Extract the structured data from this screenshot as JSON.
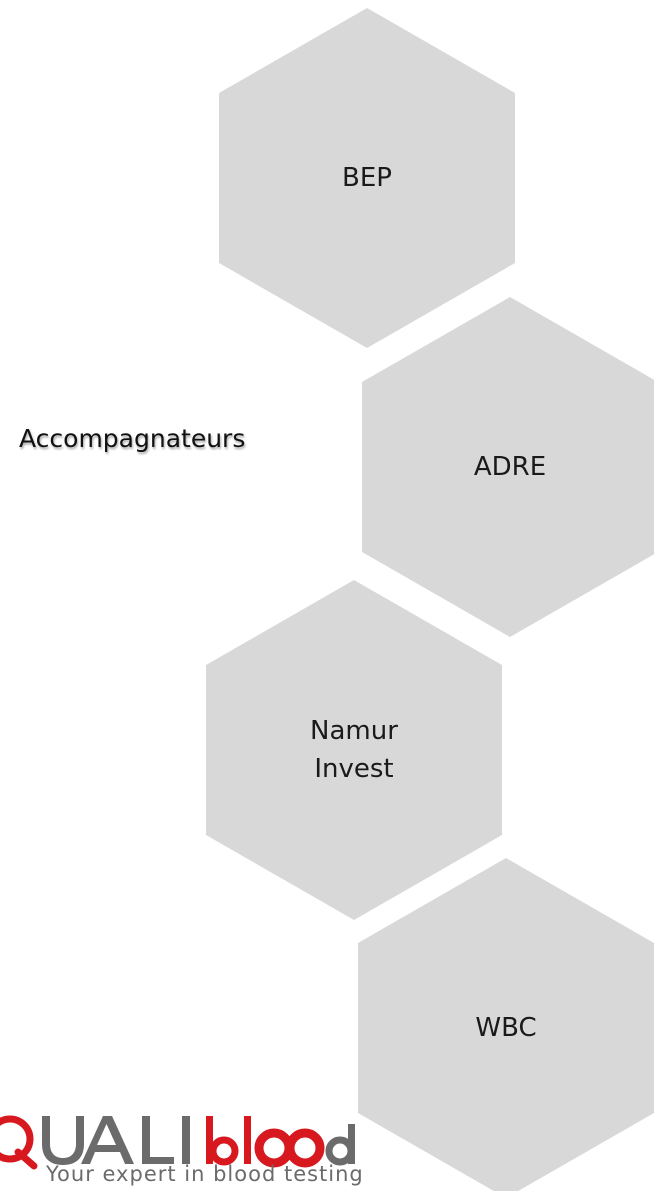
{
  "diagram": {
    "nodes": [
      {
        "label": "BEP"
      },
      {
        "label": "ADRE"
      },
      {
        "label": "Namur\nInvest"
      },
      {
        "label": "WBC"
      }
    ],
    "side_label": "Accompagnateurs"
  },
  "logo": {
    "text": "QUALIblood",
    "tagline": "Your expert in blood testing",
    "colors": {
      "brand_red": "#d7191f",
      "text_gray": "#6b6b6b"
    }
  },
  "colors": {
    "hex_fill": "#d8d8d8",
    "text": "#1a1a1a"
  }
}
